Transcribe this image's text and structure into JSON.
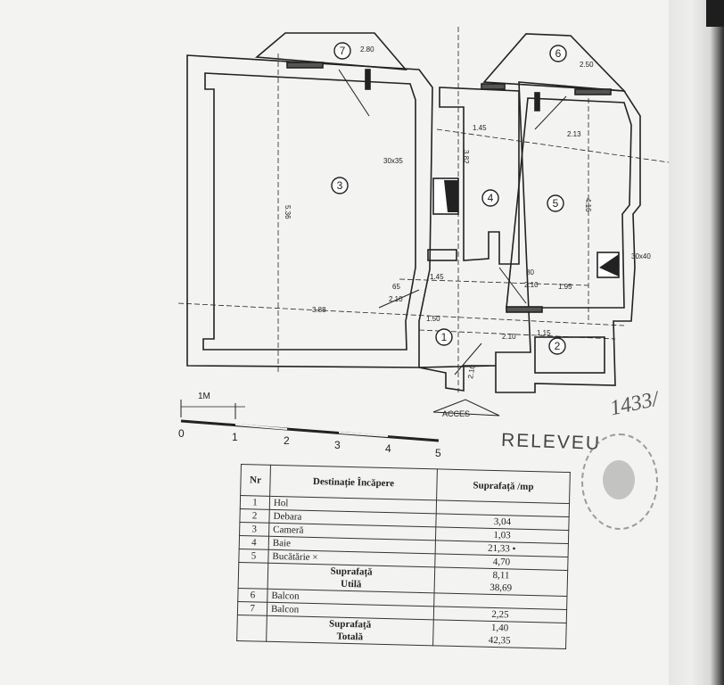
{
  "plan": {
    "rooms": [
      "1",
      "2",
      "3",
      "4",
      "5",
      "6",
      "7"
    ],
    "dimensions": {
      "balcony7_width": "2.80",
      "balcony6_width": "2.50",
      "bath_width": "1.45",
      "kitchen_width": "2.13",
      "room3_length": "5.36",
      "kitchen_length": "4.16",
      "bath_length": "3.82",
      "hall_width": "1.45",
      "door_kitchen": "80",
      "door_kitchen_h": "2.10",
      "kitchen_lower": "1.95",
      "door_room3": "65",
      "door_room3_h": "2.10",
      "room3_width": "3.88",
      "hall_lower": "1.50",
      "door_debara": "2.10",
      "debara_width": "1.15",
      "vent_left": "30x35",
      "vent_right": "30x40",
      "entry_h": "2.10"
    },
    "access_label": "ACCES",
    "scale_unit": "1M",
    "scale_ticks": [
      "0",
      "1",
      "2",
      "3",
      "4",
      "5"
    ],
    "title": "RELEVEU",
    "handwritten_number": "1433/"
  },
  "table": {
    "header": {
      "nr": "Nr",
      "destination": "Destinație Încăpere",
      "area": "Suprafață /mp"
    },
    "rows": [
      {
        "nr": "1",
        "name": "Hol",
        "value": ""
      },
      {
        "nr": "2",
        "name": "Debara",
        "value": "3,04"
      },
      {
        "nr": "3",
        "name": "Cameră",
        "value": "1,03"
      },
      {
        "nr": "4",
        "name": "Baie",
        "value": "21,33 •"
      },
      {
        "nr": "5",
        "name": "Bucătărie ×",
        "value": "4,70"
      }
    ],
    "useful": {
      "label1": "Suprafață",
      "label2": "Utilă",
      "value1": "8,11",
      "value2": "38,69"
    },
    "balconies": [
      {
        "nr": "6",
        "name": "Balcon",
        "value": ""
      },
      {
        "nr": "7",
        "name": "Balcon",
        "value": "2,25"
      }
    ],
    "total": {
      "label1": "Suprafață",
      "label2": "Totală",
      "value1": "1,40",
      "value2": "42,35"
    }
  }
}
